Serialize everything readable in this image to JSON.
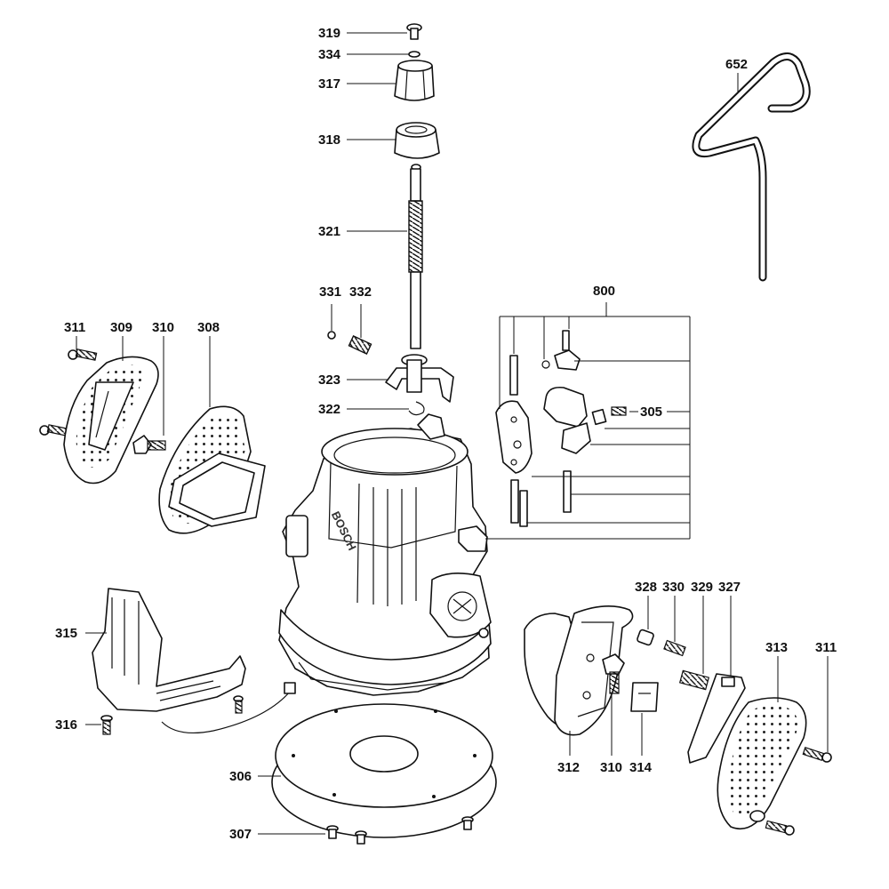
{
  "diagram": {
    "brand_label": "BOSCH",
    "callouts": {
      "p319": "319",
      "p334": "334",
      "p317": "317",
      "p318": "318",
      "p321": "321",
      "p331": "331",
      "p332": "332",
      "p323": "323",
      "p322": "322",
      "p652": "652",
      "p800": "800",
      "p305": "305",
      "p311a": "311",
      "p309": "309",
      "p310a": "310",
      "p308": "308",
      "p315": "315",
      "p316": "316",
      "p306": "306",
      "p307": "307",
      "p328": "328",
      "p330": "330",
      "p329": "329",
      "p327": "327",
      "p313": "313",
      "p311b": "311",
      "p312": "312",
      "p310b": "310",
      "p314": "314"
    }
  }
}
